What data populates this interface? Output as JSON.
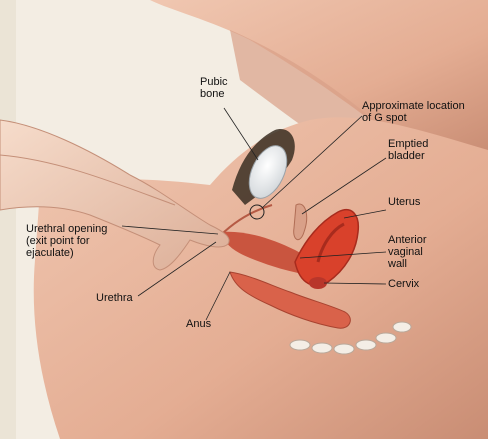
{
  "labels": {
    "pubic_bone": "Pubic\nbone",
    "g_spot": "Approximate location\nof G spot",
    "bladder": "Emptied\nbladder",
    "uterus": "Uterus",
    "urethral_opening": "Urethral opening\n(exit point for\nejaculate)",
    "anterior_wall": "Anterior\nvaginal\nwall",
    "cervix": "Cervix",
    "urethra": "Urethra",
    "anus": "Anus"
  },
  "colors": {
    "skin": "#e9b9a0",
    "skin_shadow": "#c98d74",
    "bone": "#eef0f2",
    "uterus": "#d9412b",
    "uterus_dark": "#a82b1d",
    "hair": "#3a2e22",
    "page": "#f3ede3"
  }
}
